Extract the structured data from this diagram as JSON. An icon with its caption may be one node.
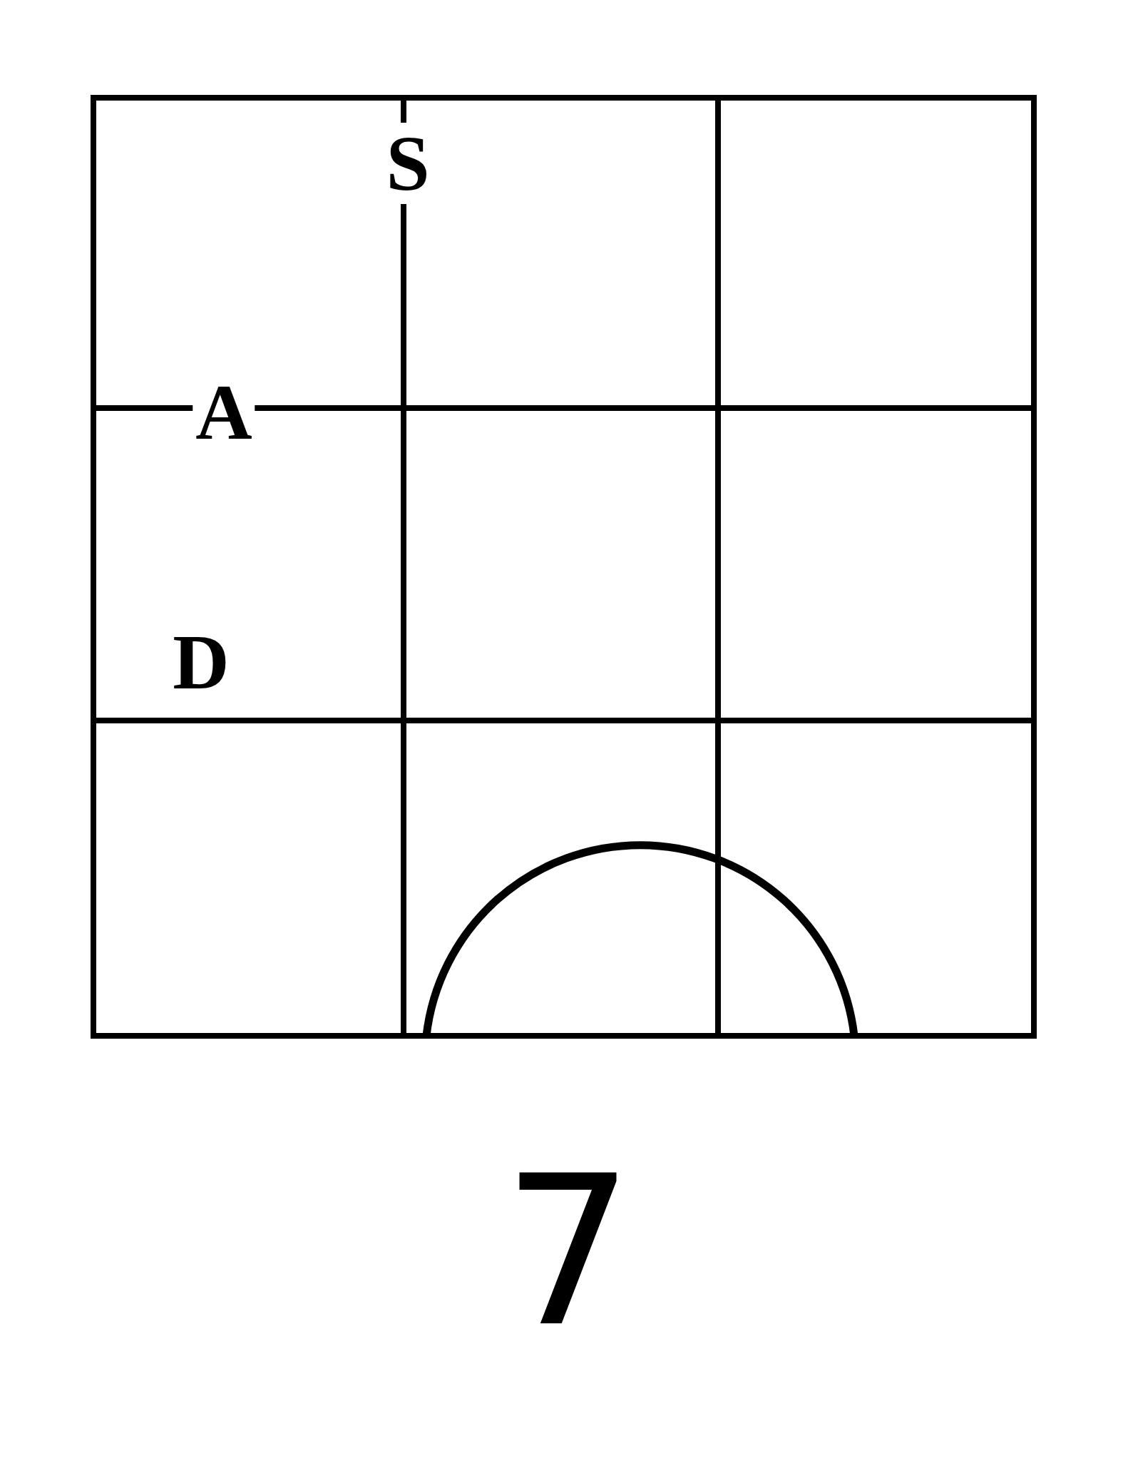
{
  "diagram": {
    "labels": [
      "S",
      "A",
      "D",
      "7"
    ]
  }
}
